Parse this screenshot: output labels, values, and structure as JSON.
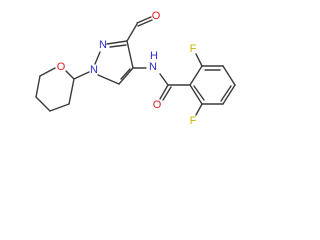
{
  "molecule": {
    "atoms": {
      "oxygen_aldehyde": "O",
      "nitrogen_ring_top": "N",
      "nitrogen_ring_bottom": "N",
      "nitrogen_amide": "N",
      "amide_hydrogen": "H",
      "oxygen_amide": "O",
      "oxygen_pyran": "O",
      "fluorine_top": "F",
      "fluorine_bottom": "F"
    },
    "colors": {
      "bond": "#3a3a3a",
      "nitrogen": "#2b2bd6",
      "oxygen": "#e02020",
      "fluorine": "#c8b400",
      "background": "#ffffff"
    }
  }
}
